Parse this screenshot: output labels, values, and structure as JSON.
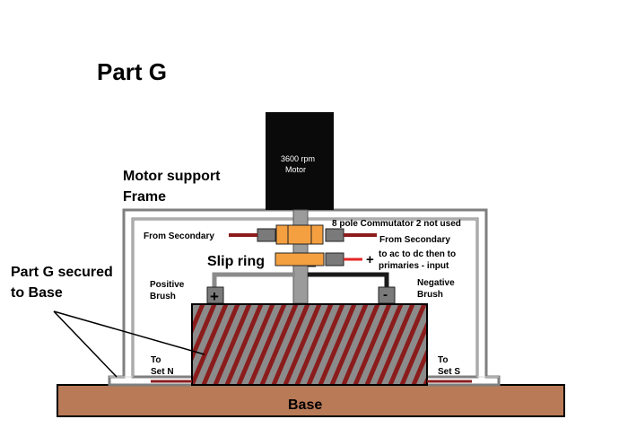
{
  "title": "Part G",
  "labels": {
    "motor_line1": "3600 rpm",
    "motor_line2": "Motor",
    "frame_line1": "Motor support",
    "frame_line2": "Frame",
    "commutator": "8 pole Commutator 2 not used",
    "from_secondary_left": "From Secondary",
    "from_secondary_right": "From Secondary",
    "slip_ring": "Slip ring",
    "plus_sign": "+",
    "ac_dc_line1": "to ac to dc then to",
    "ac_dc_line2": "primaries - input",
    "positive_brush_line1": "Positive",
    "positive_brush_line2": "Brush",
    "negative_brush_line1": "Negative",
    "negative_brush_line2": "Brush",
    "positive_terminal": "+",
    "negative_terminal": "-",
    "secured_line1": "Part G secured",
    "secured_line2": "to Base",
    "to_set_n_line1": "To",
    "to_set_n_line2": "Set N",
    "to_set_s_line1": "To",
    "to_set_s_line2": "Set S",
    "base": "Base"
  },
  "colors": {
    "motor": "#0a0a0a",
    "frame_stroke": "#7f7f7f",
    "frame_fill": "#ffffff",
    "commutator": "#f5a040",
    "brush_block": "#7a7a7a",
    "wire_red": "#8b1c1c",
    "wire_bright_red": "#e32626",
    "coil_core": "#8b8b8b",
    "base": "#b97a57",
    "text": "#000000"
  }
}
